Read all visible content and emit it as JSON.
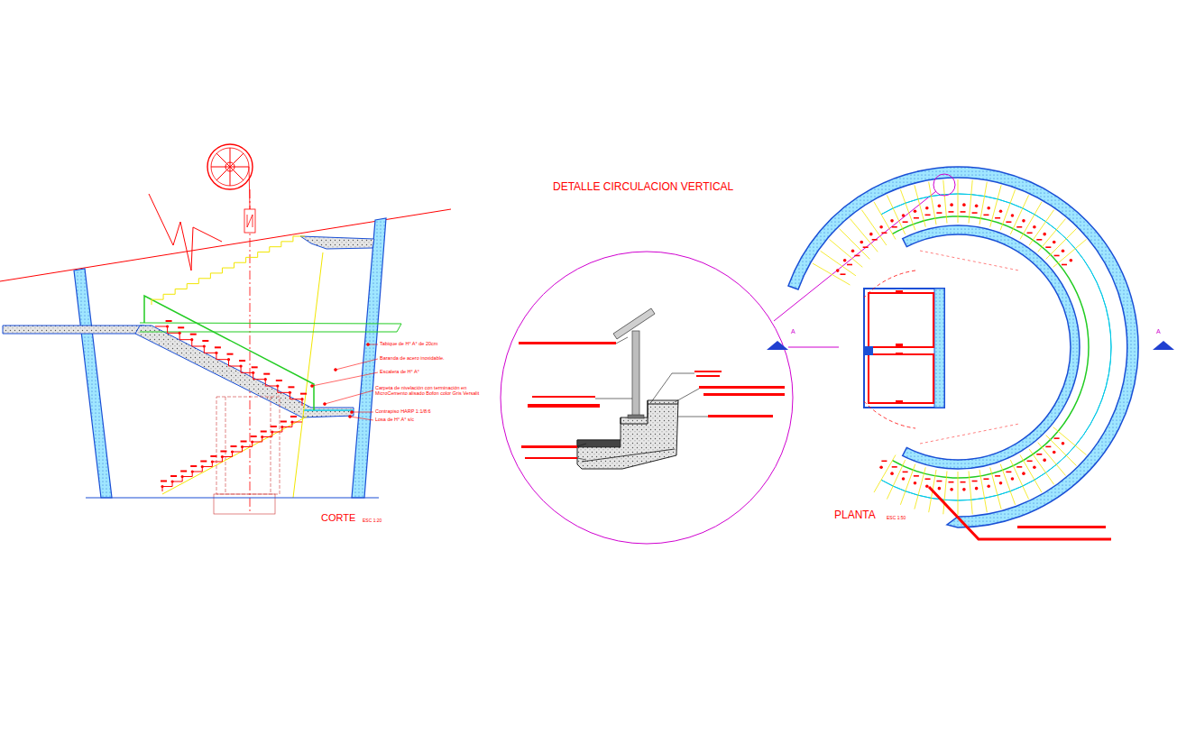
{
  "diagram": {
    "title": "DETALLE CIRCULACION VERTICAL",
    "labels": [
      "Tabique de H° A° de 20cm",
      "Baranda de acero inoxidable.",
      "Escalera de H° A°",
      "Carpeta de nivelación con terminación en MicroCemento alisado Bofon color Gris Versalit",
      "Contrapiso HARP 1:1/8:6",
      "Losa de H° A° s/c",
      "CORTE",
      "ESC 1:20",
      "PLANTA",
      "ESC 1:50",
      "A",
      "A"
    ]
  }
}
